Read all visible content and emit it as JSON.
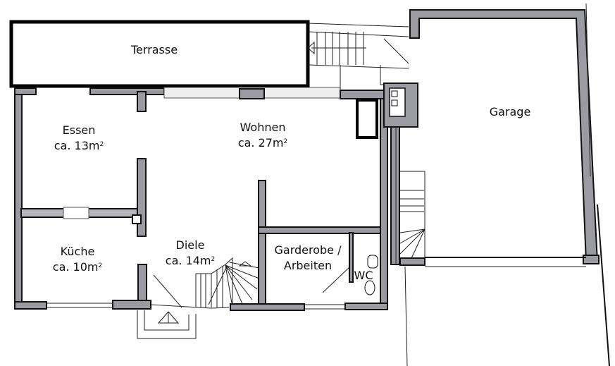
{
  "plan": {
    "type": "floor-plan",
    "colors": {
      "wall_fill": "#9a9aa2",
      "wall_outline": "#111111",
      "background": "#ffffff",
      "text": "#111111"
    },
    "rooms": [
      {
        "id": "terrasse",
        "name": "Terrasse",
        "area": ""
      },
      {
        "id": "essen",
        "name": "Essen",
        "area_prefix": "ca. 13m",
        "area_sup": "2"
      },
      {
        "id": "wohnen",
        "name": "Wohnen",
        "area_prefix": "ca. 27m",
        "area_sup": "2"
      },
      {
        "id": "kueche",
        "name": "Küche",
        "area_prefix": "ca. 10m",
        "area_sup": "2"
      },
      {
        "id": "diele",
        "name": "Diele",
        "area_prefix": "ca. 14m",
        "area_sup": "2"
      },
      {
        "id": "garderobe",
        "name": "Garderobe /",
        "name2": "Arbeiten",
        "area": ""
      },
      {
        "id": "wc",
        "name": "WC",
        "area": ""
      },
      {
        "id": "garage",
        "name": "Garage",
        "area": ""
      }
    ]
  }
}
